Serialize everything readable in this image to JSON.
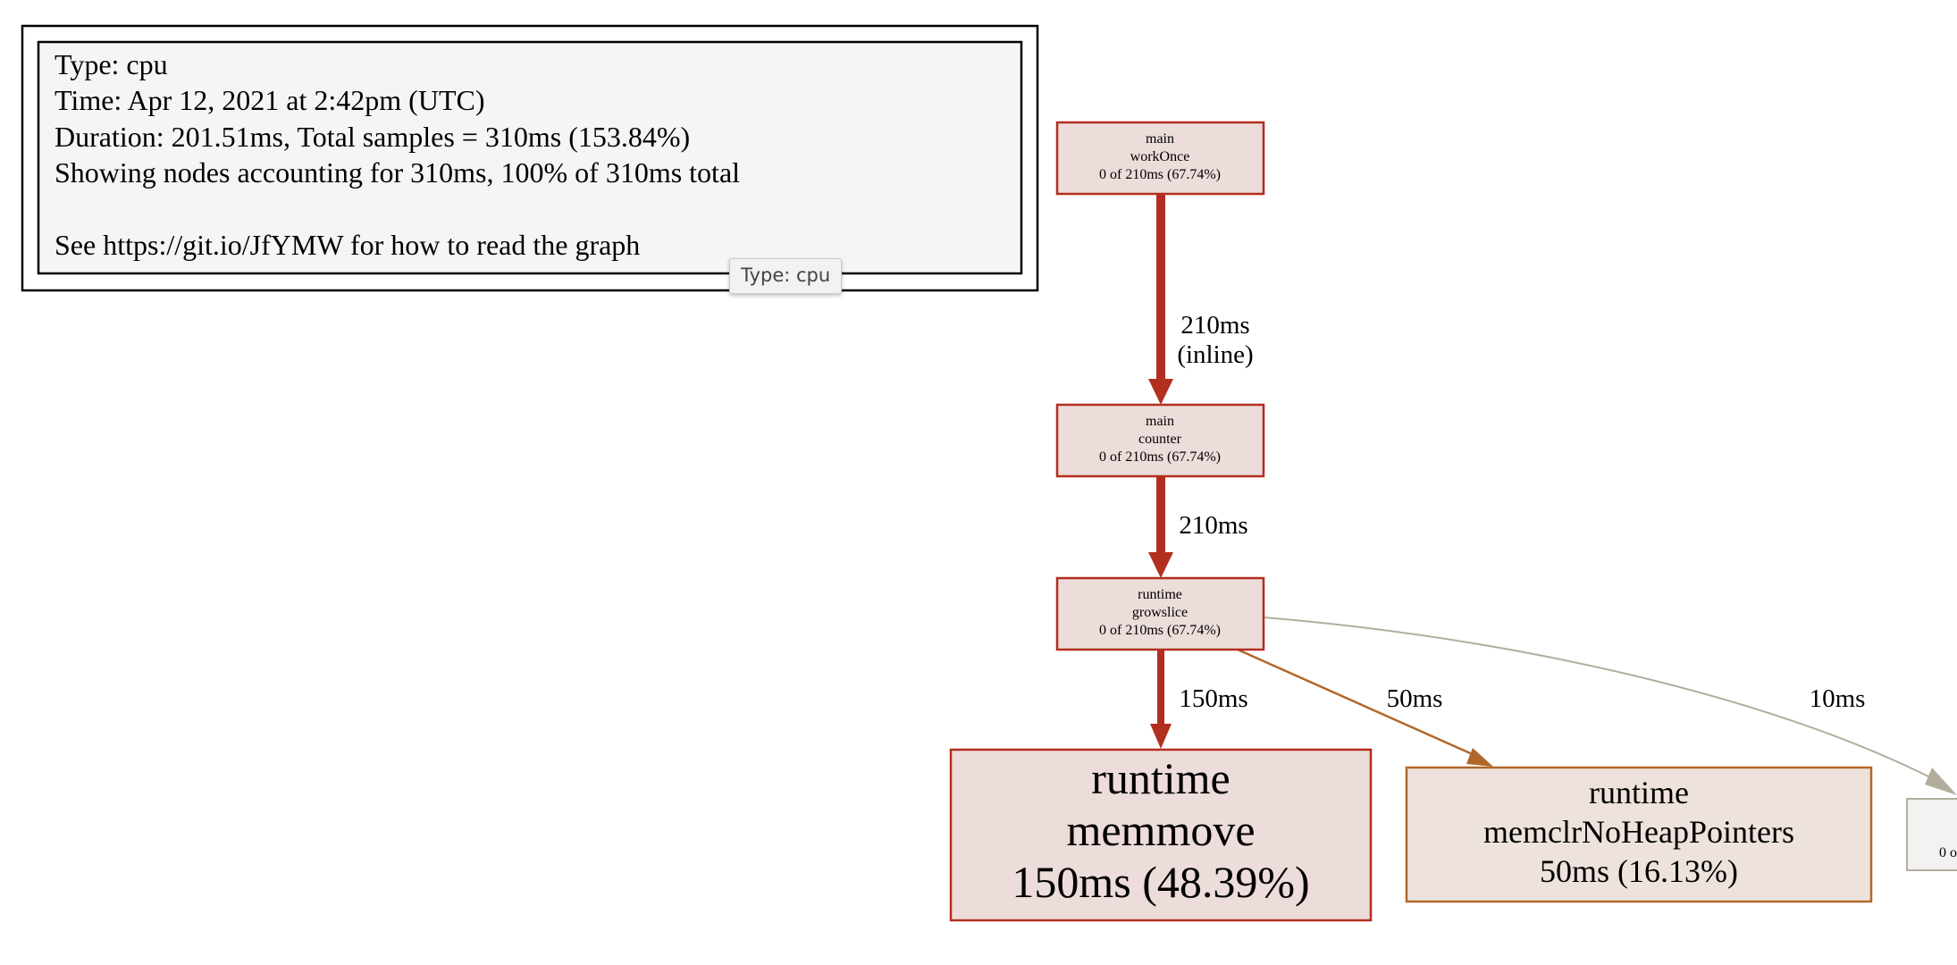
{
  "legend": {
    "lines": [
      "Type: cpu",
      "Time: Apr 12, 2021 at 2:42pm (UTC)",
      "Duration: 201.51ms, Total samples = 310ms (153.84%)",
      "Showing nodes accounting for 310ms, 100% of 310ms total",
      "",
      "See https://git.io/JfYMW for how to read the graph"
    ]
  },
  "tooltip": "Type: cpu",
  "nodes": {
    "workOnce": {
      "pkg": "main",
      "func": "workOnce",
      "stat": "0 of 210ms (67.74%)"
    },
    "counter": {
      "pkg": "main",
      "func": "counter",
      "stat": "0 of 210ms (67.74%)"
    },
    "growslice": {
      "pkg": "runtime",
      "func": "growslice",
      "stat": "0 of 210ms (67.74%)"
    },
    "memmove": {
      "pkg": "runtime",
      "func": "memmove",
      "stat": "150ms (48.39%)"
    },
    "memclr": {
      "pkg": "runtime",
      "func": "memclrNoHeapPointers",
      "stat": "50ms (16.13%)"
    },
    "partial": {
      "stat": "0 o"
    }
  },
  "edges": {
    "workOnce_counter": {
      "label": "210ms",
      "label2": "(inline)"
    },
    "counter_growslice": {
      "label": "210ms"
    },
    "growslice_memmove": {
      "label": "150ms"
    },
    "growslice_memclr": {
      "label": "50ms"
    },
    "growslice_partial": {
      "label": "10ms"
    }
  },
  "colors": {
    "hot_edge": "#b22e1f",
    "warm_edge": "#b2672a",
    "cool_edge": "#b2ae9e",
    "hot_fill": "#ecdcda",
    "warm_fill": "#ede3dc",
    "cool_fill": "#f3f2f0"
  }
}
